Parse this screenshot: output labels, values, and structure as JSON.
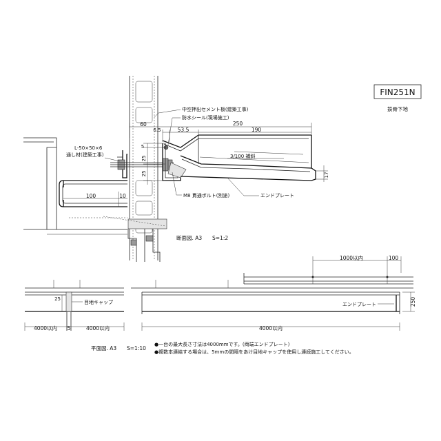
{
  "model_code": "FIN251N",
  "substrate": "鉄骨下地",
  "section": {
    "labels": {
      "cement_board": "中空押出セメント板(建築工事)",
      "waterproof_seal": "防水シール(現場施工)",
      "angle": "L-50×50×6",
      "angle_note": "通し材(建築工事)",
      "slope": "3/100 補斜",
      "bolt": "M8 貫通ボルト(別途)",
      "end_plate": "エンドプレート"
    },
    "dims": {
      "d60": "60",
      "d250": "250",
      "d6_5": "6.5",
      "d53_5": "53.5",
      "d190": "190",
      "d5": "5",
      "d25a": "25",
      "d25b": "25",
      "d17": "17",
      "d100": "100",
      "d10": "10"
    },
    "caption_name": "断面図. A3",
    "caption_scale": "S=1:2"
  },
  "plan": {
    "dims": {
      "d25": "25",
      "d4000_left": "4000以内",
      "d5": "5",
      "d4000_mid": "4000以内",
      "d4000_main": "4000以内",
      "d1000": "1000以内",
      "d100": "100",
      "d250": "250"
    },
    "joint_cap": "目地キャップ",
    "end_plate": "エンドプレート",
    "caption_name": "平面図. A3",
    "caption_scale": "S=1:10"
  },
  "notes": [
    "●一台の最大長さ寸法は4000mmです。(両端エンドプレート)",
    "●複数本連結する場合は、5mmの間隔をあけ目地キャップを使用し連続施工してください。"
  ]
}
